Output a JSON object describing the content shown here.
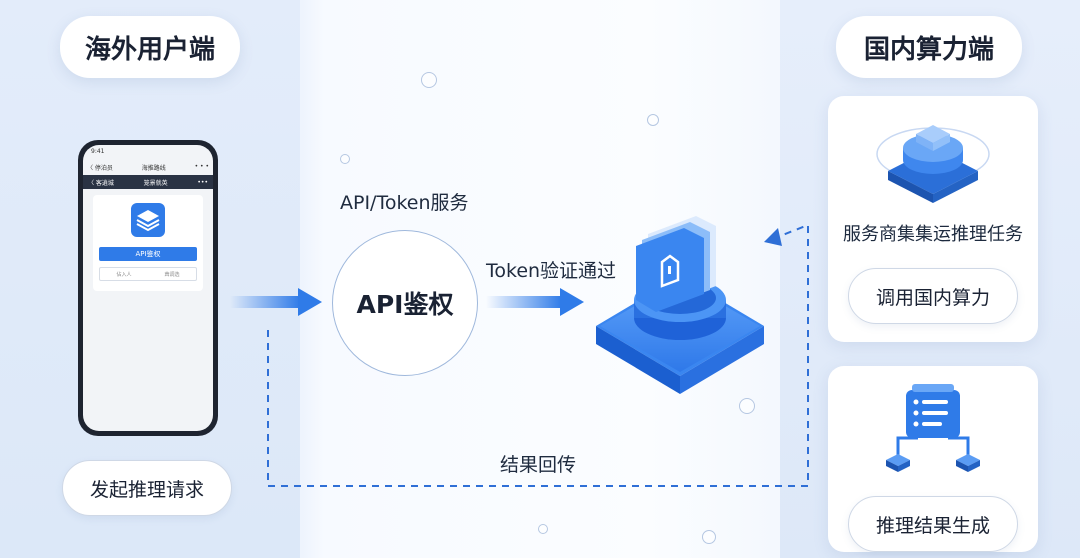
{
  "left": {
    "title": "海外用户端",
    "action": "发起推理请求",
    "phone": {
      "time": "9:41",
      "nav_back": "〈 停泊员",
      "nav_title": "海推路线",
      "sub_back": "〈 客逍城",
      "sub_title": "笼景就英",
      "button_label": "API鉴权",
      "field_left": "佔入人",
      "field_right": "茸调选"
    }
  },
  "middle": {
    "service_label": "API/Token服务",
    "auth_label": "API鉴权",
    "token_label": "Token验证通过",
    "return_label": "结果回传"
  },
  "right": {
    "title": "国内算力端",
    "card1_text": "服务商集集运推理任务",
    "card1_button": "调用国内算力",
    "card2_button": "推理结果生成"
  },
  "colors": {
    "accent": "#2f7be8",
    "accent_dark": "#1b5fd0",
    "line_dashed": "#2f6fd6"
  }
}
